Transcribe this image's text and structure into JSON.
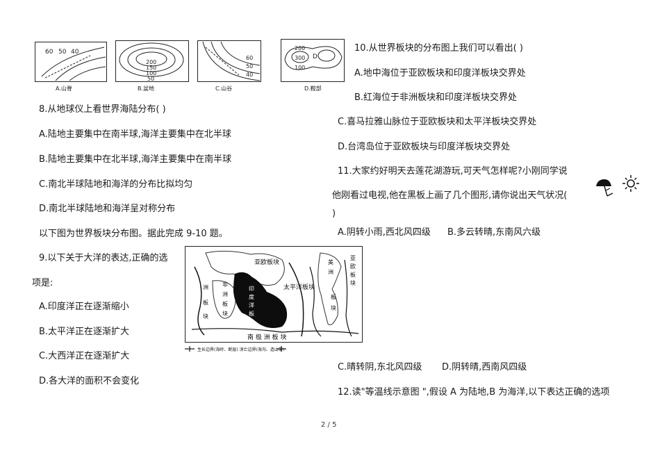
{
  "contour_figures": {
    "a": {
      "caption": "A.山脊",
      "labels": [
        "60",
        "50",
        "40"
      ]
    },
    "b": {
      "caption": "B.盆地",
      "labels": [
        "200",
        "150",
        "100",
        "50"
      ]
    },
    "c": {
      "caption": "C.山谷",
      "labels": [
        "60",
        "50",
        "40"
      ]
    },
    "d": {
      "caption": "D.鞍部",
      "labels": [
        "200",
        "300",
        "100",
        "D"
      ]
    }
  },
  "left": {
    "q8": "8.从地球仪上看世界海陆分布(   )",
    "q8a": "A.陆地主要集中在南半球,海洋主要集中在北半球",
    "q8b": "B.陆地主要集中在北半球,海洋主要集中在南半球",
    "q8c": "C.南北半球陆地和海洋的分布比拟均匀",
    "q8d": "D.南北半球陆地和海洋呈对称分布",
    "intro": "以下图为世界板块分布图。据此完成 9-10 题。",
    "q9_line1": "9.以下关于大洋的表达,正确的选",
    "q9_line2": "项是:",
    "q9a": "A.印度洋正在逐渐缩小",
    "q9b": "B.太平洋正在逐渐扩大",
    "q9c": "C.大西洋正在逐渐扩大",
    "q9d": "D.各大洋的面积不会变化"
  },
  "plate_map": {
    "labels": {
      "eurasian": "亚欧板块",
      "pacific": "太平洋板块",
      "african": [
        "非",
        "洲",
        "板",
        "块"
      ],
      "americas_top": [
        "美",
        "洲"
      ],
      "americas_right": [
        "板",
        "块"
      ],
      "americas_far": [
        "亚",
        "欧",
        "板",
        "块"
      ],
      "indian": [
        "印",
        "度",
        "洋",
        "板",
        "块"
      ],
      "antarctic": "南    极    洲    板    块",
      "ocean_left": [
        "洲",
        "板",
        "块"
      ]
    },
    "legend": "生长边界(海岭、断层)    消亡边界(海沟、造山带)"
  },
  "right": {
    "q10": "10.从世界板块的分布图上我们可以看出(    )",
    "q10a": "A.地中海位于亚欧板块和印度洋板块交界处",
    "q10b": "B.红海位于非洲板块和印度洋板块交界处",
    "q10c": "C.喜马拉雅山脉位于亚欧板块和太平洋板块交界处",
    "q10d": "D.台湾岛位于亚欧板块与印度洋板块交界处",
    "q11_line1": "11.大家约好明天去莲花湖游玩,可天气怎样呢?小刚同学说",
    "q11_line2": "他刚看过电视,他在黑板上画了几个图形,请你说出天气状况(",
    "q11_line3": ")",
    "q11a": "A.阴转小雨,西北风四级",
    "q11b": "B.多云转晴,东南风六级",
    "q11c": "C.晴转阴,东北风四级",
    "q11d": "D.阴转晴,西南风四级",
    "q12": "12.读\"等温线示意图 \",假设 A 为陆地,B 为海洋,以下表达正确的选项"
  },
  "page_number": "2 / 5"
}
